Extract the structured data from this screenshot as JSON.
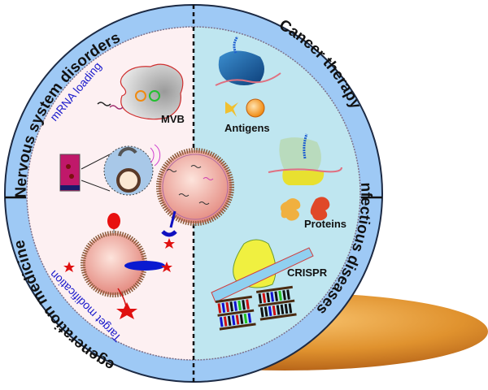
{
  "ring": {
    "quadrants": [
      {
        "id": "top-left",
        "label": "Nervous system disorders"
      },
      {
        "id": "top-right",
        "label": "Cancer therapy"
      },
      {
        "id": "bottom-right",
        "label": "Infectious diseases"
      },
      {
        "id": "bottom-left",
        "label": "Regeneration medicine"
      }
    ]
  },
  "annotations": {
    "mrna_loading": "mRNA loading",
    "target_modification": "Target modification"
  },
  "items": {
    "mvb": "MVB",
    "antigens": "Antigens",
    "proteins": "Proteins",
    "crispr": "CRISPR"
  },
  "colors": {
    "ring": "#9ec9f5",
    "left_fill": "#fdf0f2",
    "right_fill": "#bfe6f0",
    "shadow": "#d88a2a",
    "label_blue": "#1a1acc"
  }
}
